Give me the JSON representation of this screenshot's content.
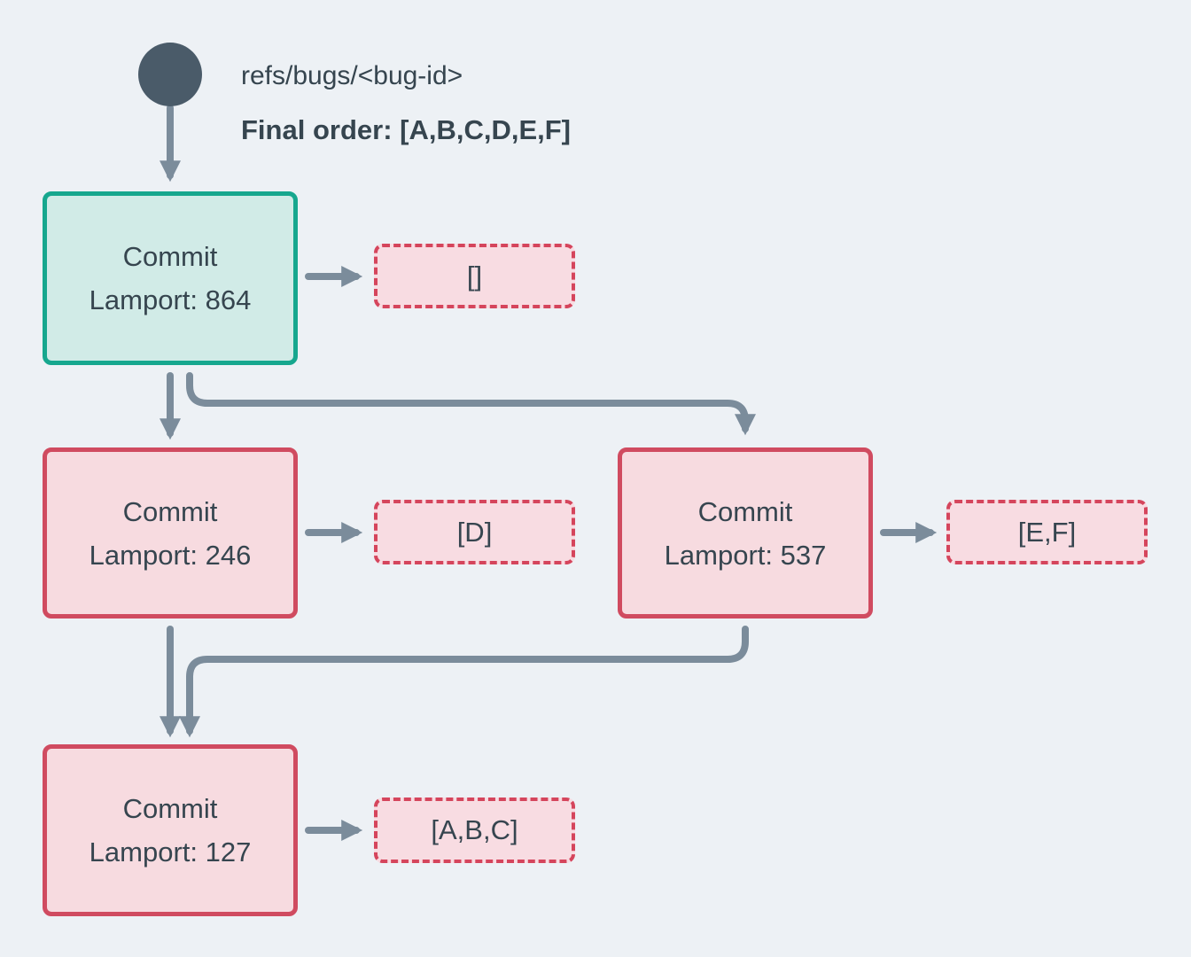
{
  "canvas": {
    "background": "#edf1f5"
  },
  "palette": {
    "text": "#36454f",
    "arrow": "#7b8c9b",
    "ref_circle": "#4a5b69",
    "teal_border": "#16a78e",
    "teal_fill": "#d1ebe7",
    "red_border": "#d04b60",
    "red_fill": "#f7dbe0",
    "dashed_border": "#d5455c",
    "dashed_fill": "#f8dce2"
  },
  "header": {
    "ref_name": "refs/bugs/<bug-id>",
    "final_order": "Final order: [A,B,C,D,E,F]"
  },
  "commits": [
    {
      "label": "Commit",
      "lamport": "Lamport: 864",
      "variant": "teal"
    },
    {
      "label": "Commit",
      "lamport": "Lamport: 246",
      "variant": "red"
    },
    {
      "label": "Commit",
      "lamport": "Lamport: 537",
      "variant": "red"
    },
    {
      "label": "Commit",
      "lamport": "Lamport: 127",
      "variant": "red"
    }
  ],
  "operation_lists": [
    {
      "value": "[]"
    },
    {
      "value": "[D]"
    },
    {
      "value": "[E,F]"
    },
    {
      "value": "[A,B,C]"
    }
  ]
}
